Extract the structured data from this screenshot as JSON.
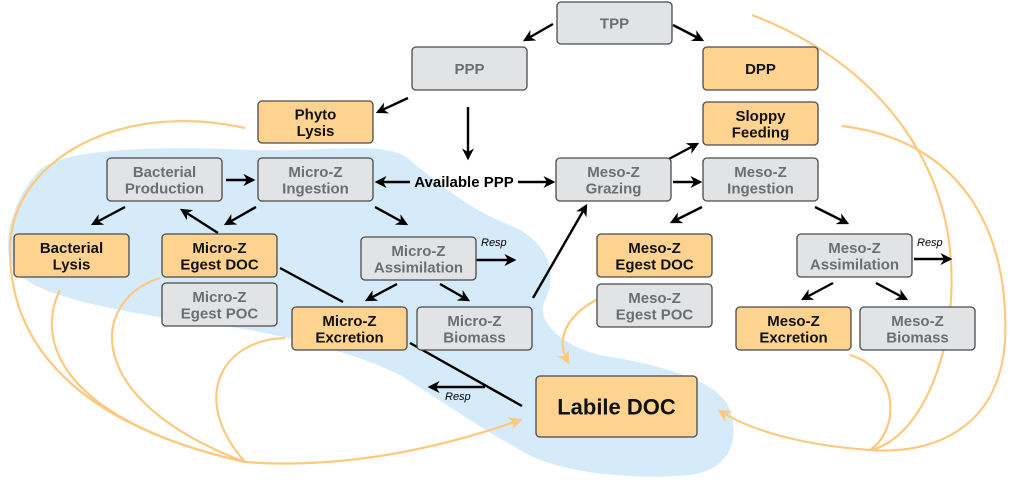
{
  "diagram": {
    "nodes": {
      "tpp": {
        "lines": [
          "TPP"
        ],
        "category": "gray"
      },
      "ppp": {
        "lines": [
          "PPP"
        ],
        "category": "gray"
      },
      "dpp": {
        "lines": [
          "DPP"
        ],
        "category": "orange"
      },
      "phyto_lysis": {
        "lines": [
          "Phyto",
          "Lysis"
        ],
        "category": "orange"
      },
      "sloppy_feeding": {
        "lines": [
          "Sloppy",
          "Feeding"
        ],
        "category": "orange"
      },
      "bacterial_production": {
        "lines": [
          "Bacterial",
          "Production"
        ],
        "category": "gray"
      },
      "microz_ingestion": {
        "lines": [
          "Micro-Z",
          "Ingestion"
        ],
        "category": "gray"
      },
      "mesoz_grazing": {
        "lines": [
          "Meso-Z",
          "Grazing"
        ],
        "category": "gray"
      },
      "mesoz_ingestion": {
        "lines": [
          "Meso-Z",
          "Ingestion"
        ],
        "category": "gray"
      },
      "bacterial_lysis": {
        "lines": [
          "Bacterial",
          "Lysis"
        ],
        "category": "orange"
      },
      "microz_egest_doc": {
        "lines": [
          "Micro-Z",
          "Egest DOC"
        ],
        "category": "orange"
      },
      "microz_egest_poc": {
        "lines": [
          "Micro-Z",
          "Egest POC"
        ],
        "category": "gray"
      },
      "microz_assimilation": {
        "lines": [
          "Micro-Z",
          "Assimilation"
        ],
        "category": "gray"
      },
      "microz_excretion": {
        "lines": [
          "Micro-Z",
          "Excretion"
        ],
        "category": "orange"
      },
      "microz_biomass": {
        "lines": [
          "Micro-Z",
          "Biomass"
        ],
        "category": "gray"
      },
      "mesoz_egest_doc": {
        "lines": [
          "Meso-Z",
          "Egest DOC"
        ],
        "category": "orange"
      },
      "mesoz_egest_poc": {
        "lines": [
          "Meso-Z",
          "Egest POC"
        ],
        "category": "gray"
      },
      "mesoz_assimilation": {
        "lines": [
          "Meso-Z",
          "Assimilation"
        ],
        "category": "gray"
      },
      "mesoz_excretion": {
        "lines": [
          "Meso-Z",
          "Excretion"
        ],
        "category": "orange"
      },
      "mesoz_biomass": {
        "lines": [
          "Meso-Z",
          "Biomass"
        ],
        "category": "gray"
      },
      "labile_doc": {
        "lines": [
          "Labile DOC"
        ],
        "category": "orange"
      }
    },
    "labels": {
      "available_ppp": "Available PPP",
      "resp": "Resp"
    },
    "colors": {
      "gray_box": "#e2e3e5",
      "orange_box": "#fdd38f",
      "gray_text": "#6d6e71",
      "flow_to_doc": "#fcc97e",
      "region": "#d5ebfa"
    }
  }
}
